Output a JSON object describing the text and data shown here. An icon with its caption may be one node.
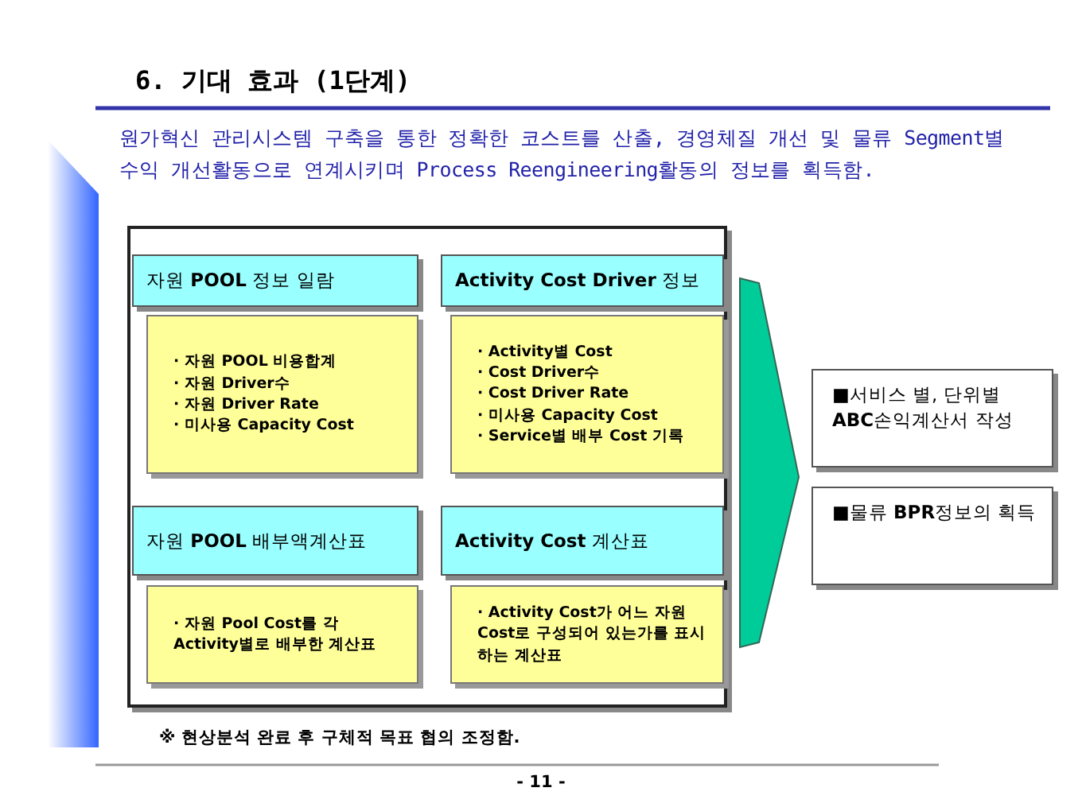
{
  "diagram": {
    "title": "6. 기대 효과 (1단계)",
    "nodes": [
      {
        "text": [],
        "shape": "box"
      },
      {
        "text": [
          "자원 **POOL** 정보 일람"
        ],
        "in": 0
      },
      {
        "text": [
          "· 자원 POOL 비용합계",
          "· 자원 Driver수",
          "· 자원 Driver Rate",
          "· 미사용 Capacity Cost"
        ],
        "in": 0
      },
      {
        "text": [
          "**Activity Cost Driver** 정보"
        ],
        "in": 0
      },
      {
        "text": [
          "· Activity별 Cost",
          "· Cost Driver수",
          "· Cost Driver Rate",
          "· 미사용 Capacity Cost",
          "· Service별 배부 Cost 기록"
        ],
        "in": 0
      },
      {
        "text": [
          "자원 **POOL** 배부액계산표"
        ],
        "in": 0
      },
      {
        "text": [
          "· 자원 Pool Cost를 각 Activity별로 배부한 계산표"
        ],
        "in": 0
      },
      {
        "text": [
          "**Activity Cost** 계산표"
        ],
        "in": 0
      },
      {
        "text": [
          "· Activity Cost가 어느 자원 Cost로 구성되어 있는가를 표시하는 계산표"
        ],
        "in": 0
      },
      {
        "text": [
          "■서비스 별, 단위별 **ABC**손익계산서 작성"
        ]
      },
      {
        "text": [
          "■물류 **BPR**정보의 획득"
        ]
      }
    ],
    "edges": [
      {
        "from": 0,
        "to": 9,
        "arrow": "to"
      },
      {
        "from": 0,
        "to": 10,
        "arrow": "to"
      }
    ],
    "labels": [
      "원가혁신 관리시스템 구축을 통한 정확한 코스트를 산출, 경영체질 개선 및 물류 Segment별 수익 개선활동으로 연계시키며 Process Reengineering활동의 정보를 획득함.",
      "※ 현상분석 완료 후 구체적 목표 협의 조정함.",
      "- 11 -"
    ]
  }
}
